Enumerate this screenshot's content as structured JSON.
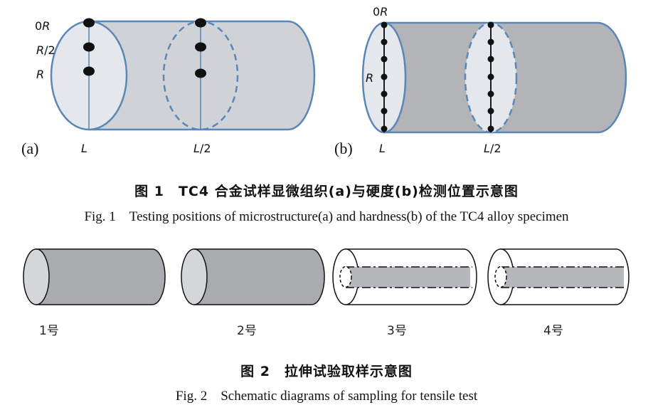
{
  "figure1": {
    "panel_a": {
      "tag": "(a)",
      "labels": {
        "center": "0",
        "center_var": "R",
        "half_var": "R",
        "half_frac": "/2",
        "edge": "R"
      },
      "positions": {
        "end": "L",
        "mid_var": "L",
        "mid_frac": "/2"
      }
    },
    "panel_b": {
      "tag": "(b)",
      "labels": {
        "center": "0",
        "center_var": "R",
        "edge": "R"
      },
      "positions": {
        "end": "L",
        "mid_var": "L",
        "mid_frac": "/2"
      }
    },
    "caption_cn": "图 1　TC4 合金试样显微组织(a)与硬度(b)检测位置示意图",
    "caption_en": "Fig. 1　Testing positions of microstructure(a)  and hardness(b)  of the TC4 alloy specimen"
  },
  "figure2": {
    "specimens": [
      {
        "label": "1号"
      },
      {
        "label": "2号"
      },
      {
        "label": "3号"
      },
      {
        "label": "4号"
      }
    ],
    "caption_cn": "图 2　拉伸试验取样示意图",
    "caption_en": "Fig. 2　Schematic diagrams of sampling for tensile test"
  },
  "colors": {
    "outline": "#5b86b6",
    "light_fill": "#e4e7ec",
    "body_fill": "#cfd3d8",
    "dark_fill": "#b2b4b8",
    "specimen_fill": "#a9abae",
    "dot": "#111111"
  }
}
